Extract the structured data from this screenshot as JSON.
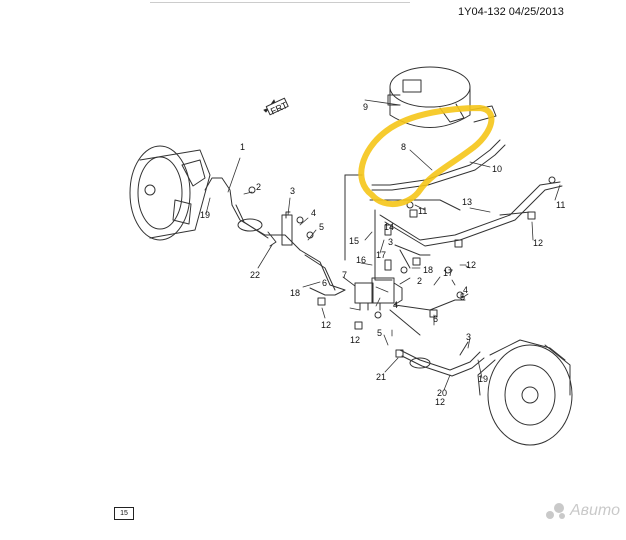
{
  "header": {
    "ref_code": "1Y04-132 04/25/2013"
  },
  "callouts": [
    {
      "id": "c1",
      "text": "1"
    },
    {
      "id": "c2",
      "text": "2"
    },
    {
      "id": "c3",
      "text": "3"
    },
    {
      "id": "c4",
      "text": "4"
    },
    {
      "id": "c5",
      "text": "5"
    },
    {
      "id": "c6",
      "text": "6"
    },
    {
      "id": "c7",
      "text": "7"
    },
    {
      "id": "c8",
      "text": "8"
    },
    {
      "id": "c9",
      "text": "9"
    },
    {
      "id": "c10",
      "text": "10"
    },
    {
      "id": "c11a",
      "text": "11"
    },
    {
      "id": "c11b",
      "text": "11"
    },
    {
      "id": "c12a",
      "text": "12"
    },
    {
      "id": "c12b",
      "text": "12"
    },
    {
      "id": "c12c",
      "text": "12"
    },
    {
      "id": "c12d",
      "text": "12"
    },
    {
      "id": "c12e",
      "text": "12"
    },
    {
      "id": "c13",
      "text": "13"
    },
    {
      "id": "c14",
      "text": "14"
    },
    {
      "id": "c15",
      "text": "15"
    },
    {
      "id": "c16",
      "text": "16"
    },
    {
      "id": "c17a",
      "text": "17"
    },
    {
      "id": "c17b",
      "text": "17"
    },
    {
      "id": "c18a",
      "text": "18"
    },
    {
      "id": "c18b",
      "text": "18"
    },
    {
      "id": "c19a",
      "text": "19"
    },
    {
      "id": "c19b",
      "text": "19"
    },
    {
      "id": "c20",
      "text": "20"
    },
    {
      "id": "c21",
      "text": "21"
    },
    {
      "id": "c22",
      "text": "22"
    },
    {
      "id": "c3b",
      "text": "3"
    },
    {
      "id": "c4b",
      "text": "4"
    },
    {
      "id": "c5b",
      "text": "5"
    },
    {
      "id": "c2b",
      "text": "2"
    },
    {
      "id": "c6b",
      "text": "6"
    },
    {
      "id": "c5c",
      "text": "5"
    },
    {
      "id": "c3c",
      "text": "3"
    },
    {
      "id": "c4c",
      "text": "4"
    }
  ],
  "direction_label": "FRT",
  "page_tag": "15",
  "watermark_text": "Авито",
  "highlight_color": "#f5c518",
  "line_color": "#333333"
}
